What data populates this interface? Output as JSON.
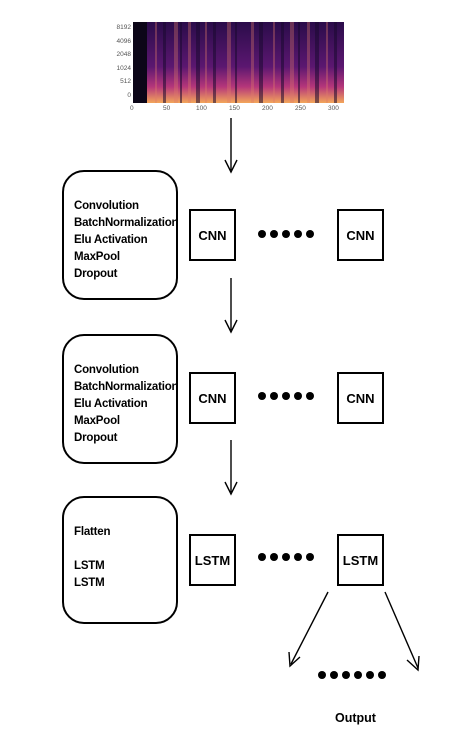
{
  "spectrogram": {
    "y_ticks": [
      "8192",
      "4096",
      "2048",
      "1024",
      "512",
      "0"
    ],
    "x_ticks": [
      "0",
      "50",
      "100",
      "150",
      "200",
      "250",
      "300"
    ]
  },
  "stages": [
    {
      "lines": [
        "Convolution",
        "BatchNormalization",
        "Elu Activation",
        "MaxPool",
        "Dropout"
      ],
      "block_label": "CNN",
      "last_label": "CNN"
    },
    {
      "lines": [
        "Convolution",
        "BatchNormalization",
        "Elu Activation",
        "MaxPool",
        "Dropout"
      ],
      "block_label": "CNN",
      "last_label": "CNN"
    },
    {
      "lines": [
        "Flatten",
        "",
        "LSTM",
        "LSTM"
      ],
      "block_label": "LSTM",
      "last_label": "LSTM"
    }
  ],
  "output": {
    "label": "Output"
  }
}
